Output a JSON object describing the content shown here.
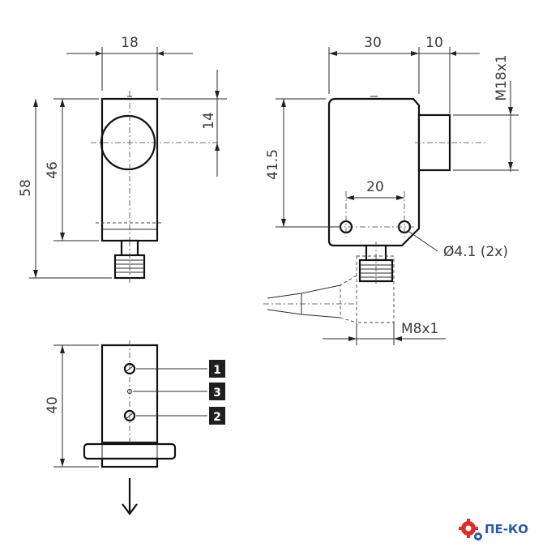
{
  "dimensions": {
    "front_width": "18",
    "front_lens_offset": "14",
    "front_body_height": "46",
    "front_total_height": "58",
    "side_body_width": "30",
    "side_lens_depth": "10",
    "side_thread": "M18x1",
    "side_height": "41.5",
    "hole_spacing": "20",
    "hole_diameter": "Ø4.1 (2x)",
    "connector_thread": "M8x1",
    "bottom_height": "40"
  },
  "pins": [
    "1",
    "3",
    "2"
  ],
  "logo": {
    "text": "ПЕ-КО",
    "color": "#2b5aa8",
    "gear_color": "#d9302b"
  }
}
